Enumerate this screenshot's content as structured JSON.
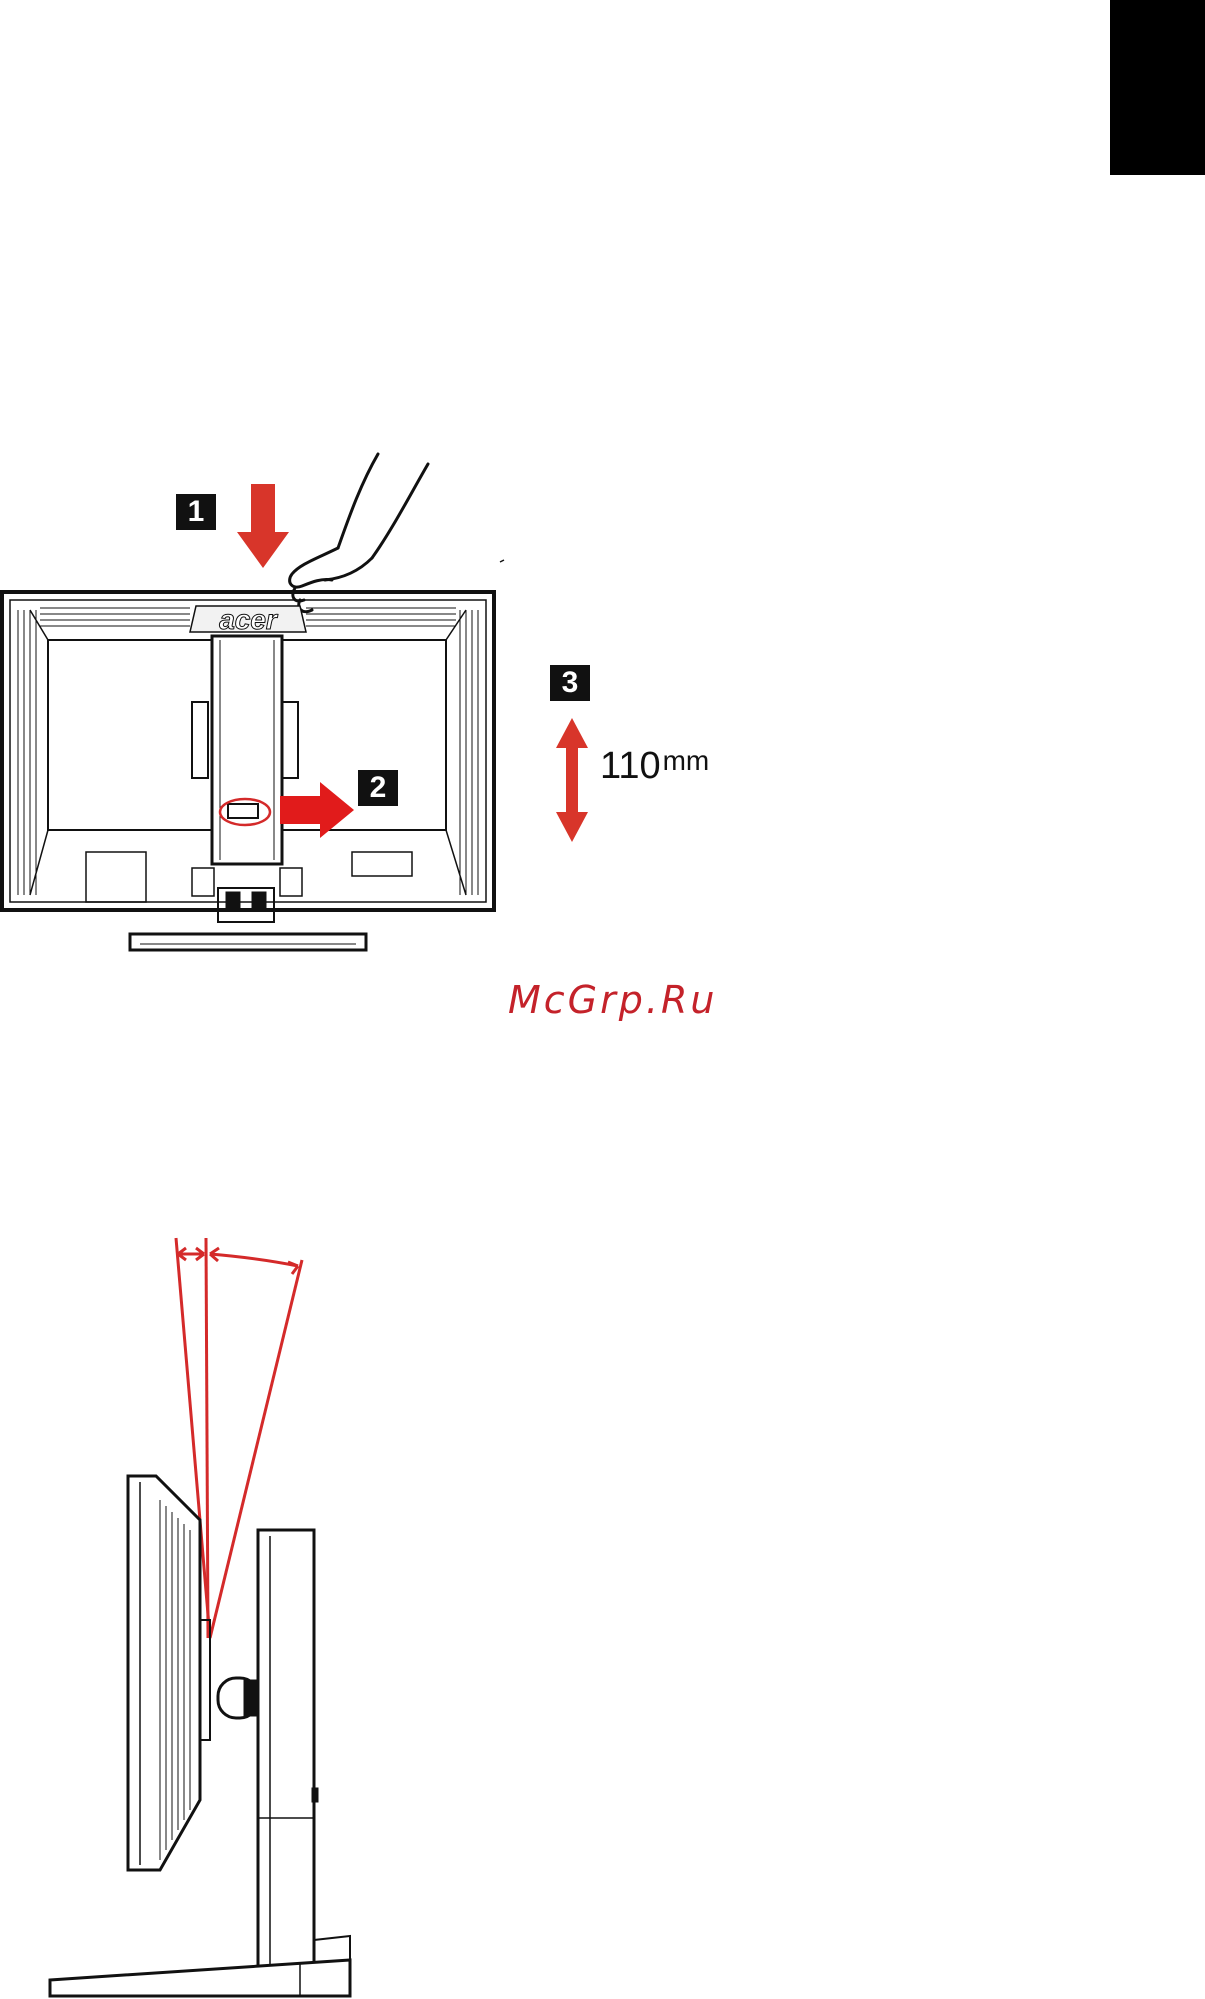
{
  "height_adjust": {
    "steps": [
      "1",
      "2",
      "3"
    ],
    "logo": "acer",
    "range_value": "110",
    "range_unit": "mm"
  },
  "watermark": "McGrp.Ru",
  "colors": {
    "arrow": "#d8352a",
    "line": "#d42a2a",
    "ink": "#111111"
  }
}
